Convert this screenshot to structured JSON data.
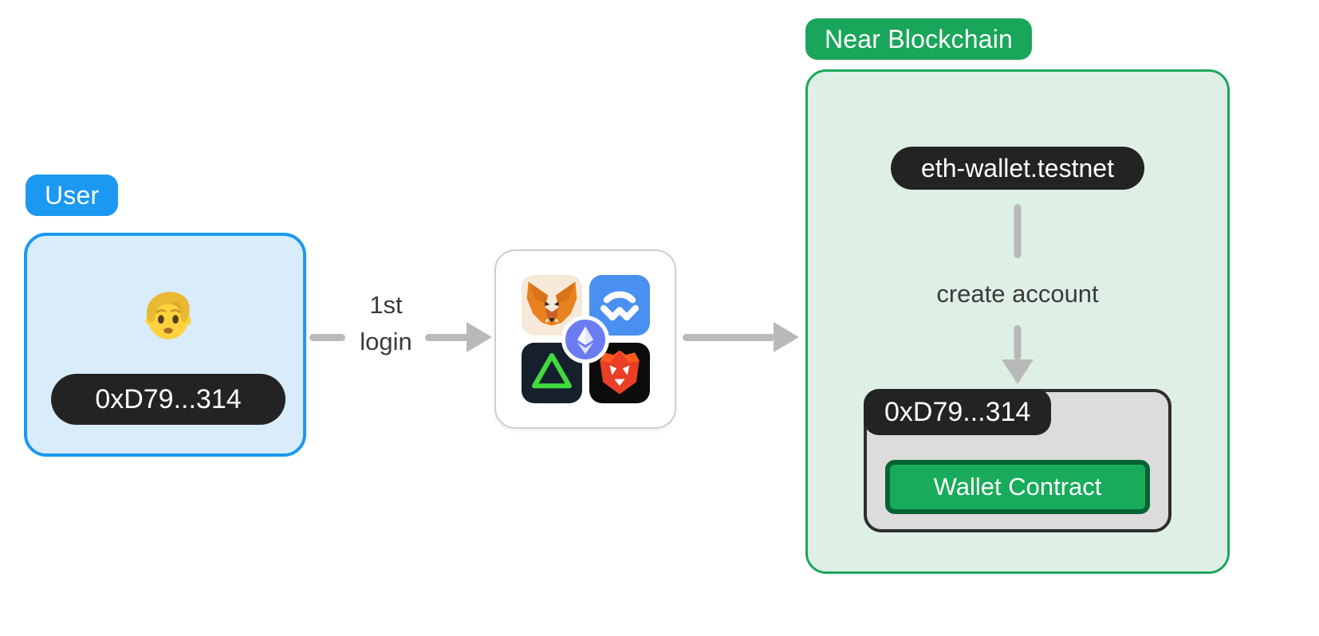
{
  "diagram": {
    "description_colors": {
      "blue_accent": "#1b98f1",
      "blue_fill": "#d9ecfc",
      "green_accent": "#1aa65a",
      "green_fill": "#def0e6",
      "dark_pill": "#232323",
      "arrow_gray": "#b9b9b9",
      "contract_box_fill": "#dcdcdc",
      "contract_box_border": "#2d2d2d",
      "button_green": "#18ab5b",
      "button_green_border": "#076333",
      "eth_badge_blue": "#6b7cf2",
      "walletconnect_blue": "#4a90f0",
      "metamask_bg": "#f6e9d9",
      "aurora_bg": "#16202d",
      "brave_bg": "#0c0c0c"
    }
  },
  "user": {
    "label": "User",
    "address": "0xD79...314",
    "avatar_icon": "person-emoji"
  },
  "flow": {
    "login_line1": "1st",
    "login_line2": "login"
  },
  "wallets": {
    "icons": [
      {
        "name": "metamask-fox"
      },
      {
        "name": "walletconnect-logo"
      },
      {
        "name": "aurora-triangle"
      },
      {
        "name": "brave-lion"
      }
    ],
    "center_icon": "ethereum-diamond"
  },
  "near": {
    "label": "Near Blockchain",
    "account": "eth-wallet.testnet",
    "action": "create account",
    "contract": {
      "address": "0xD79...314",
      "button": "Wallet Contract"
    }
  }
}
